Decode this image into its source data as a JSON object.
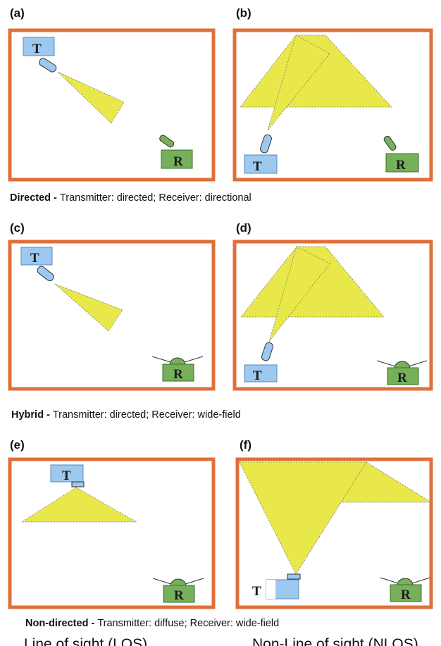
{
  "panels": [
    {
      "letter": "(a)",
      "tx": "T",
      "rx": "R"
    },
    {
      "letter": "(b)",
      "tx": "T",
      "rx": "R"
    },
    {
      "letter": "(c)",
      "tx": "T",
      "rx": "R"
    },
    {
      "letter": "(d)",
      "tx": "T",
      "rx": "R"
    },
    {
      "letter": "(e)",
      "tx": "T",
      "rx": "R"
    },
    {
      "letter": "(f)",
      "tx": "T",
      "rx": "R"
    }
  ],
  "captions": [
    {
      "title": "Directed - ",
      "text": "Transmitter: directed; Receiver: directional"
    },
    {
      "title": "Hybrid - ",
      "text": "Transmitter: directed; Receiver: wide-field"
    },
    {
      "title": "Non-directed - ",
      "text": "Transmitter: diffuse; Receiver: wide-field"
    }
  ],
  "bottom_labels": {
    "left": "Line of sight (LOS)",
    "right": "Non-Line of sight (NLOS)"
  },
  "colors": {
    "room_border": "#e0703a",
    "beam": "#e8e84a",
    "transmitter": "#9dc8f0",
    "receiver": "#76b05a",
    "pen": "#333333"
  }
}
